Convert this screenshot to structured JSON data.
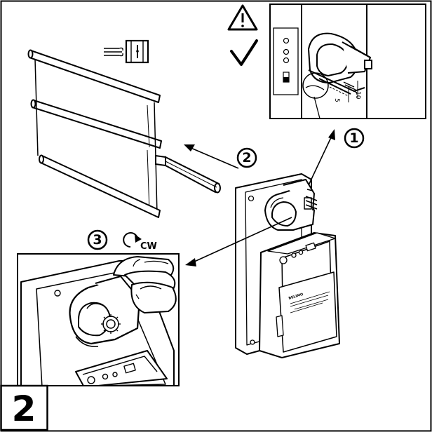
{
  "page_step": "2",
  "steps": [
    {
      "number": "1"
    },
    {
      "number": "2"
    },
    {
      "number": "3",
      "rotation": "CW"
    }
  ],
  "inset_top": {
    "warning_symbol": "warning-triangle-icon",
    "check_symbol": "checkmark-icon",
    "scale_labels": [
      "10",
      "5"
    ]
  },
  "airflow_symbol": "airflow-damper-icon",
  "actuator_label_text": "BELIMO",
  "colors": {
    "line": "#000000",
    "background": "#ffffff"
  }
}
